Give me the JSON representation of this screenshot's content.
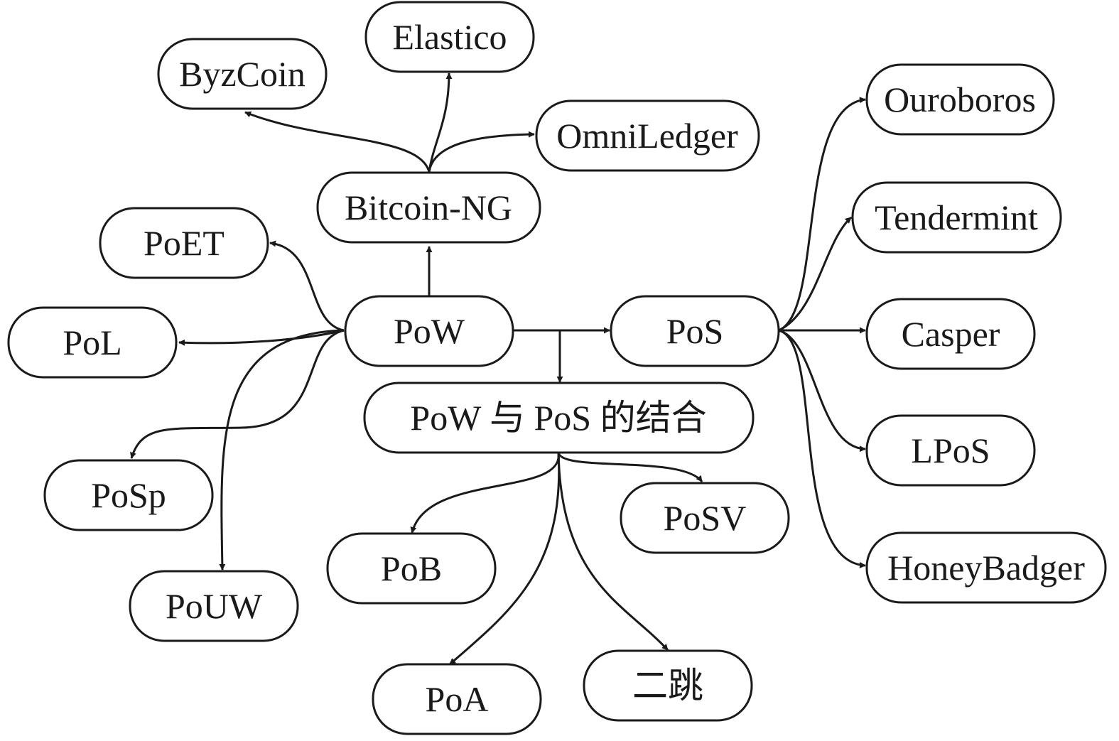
{
  "nodes": [
    {
      "id": "pow",
      "label": "PoW"
    },
    {
      "id": "pos",
      "label": "PoS"
    },
    {
      "id": "hybrid",
      "label": "PoW 与 PoS 的结合"
    },
    {
      "id": "bitcoin-ng",
      "label": "Bitcoin-NG"
    },
    {
      "id": "byzcoin",
      "label": "ByzCoin"
    },
    {
      "id": "elastico",
      "label": "Elastico"
    },
    {
      "id": "omniledger",
      "label": "OmniLedger"
    },
    {
      "id": "poet",
      "label": "PoET"
    },
    {
      "id": "pol",
      "label": "PoL"
    },
    {
      "id": "posp",
      "label": "PoSp"
    },
    {
      "id": "pouw",
      "label": "PoUW"
    },
    {
      "id": "ouroboros",
      "label": "Ouroboros"
    },
    {
      "id": "tendermint",
      "label": "Tendermint"
    },
    {
      "id": "casper",
      "label": "Casper"
    },
    {
      "id": "lpos",
      "label": "LPoS"
    },
    {
      "id": "honeybadger",
      "label": "HoneyBadger"
    },
    {
      "id": "posv",
      "label": "PoSV"
    },
    {
      "id": "pob",
      "label": "PoB"
    },
    {
      "id": "poa",
      "label": "PoA"
    },
    {
      "id": "erti",
      "label": "二跳"
    }
  ],
  "edges": [
    {
      "from": "pow",
      "to": "bitcoin-ng"
    },
    {
      "from": "bitcoin-ng",
      "to": "byzcoin"
    },
    {
      "from": "bitcoin-ng",
      "to": "elastico"
    },
    {
      "from": "bitcoin-ng",
      "to": "omniledger"
    },
    {
      "from": "pow",
      "to": "poet"
    },
    {
      "from": "pow",
      "to": "pol"
    },
    {
      "from": "pow",
      "to": "posp"
    },
    {
      "from": "pow",
      "to": "pouw"
    },
    {
      "from": "pow",
      "to": "pos"
    },
    {
      "from": "pow",
      "to": "hybrid"
    },
    {
      "from": "pos",
      "to": "ouroboros"
    },
    {
      "from": "pos",
      "to": "tendermint"
    },
    {
      "from": "pos",
      "to": "casper"
    },
    {
      "from": "pos",
      "to": "lpos"
    },
    {
      "from": "pos",
      "to": "honeybadger"
    },
    {
      "from": "hybrid",
      "to": "posv"
    },
    {
      "from": "hybrid",
      "to": "pob"
    },
    {
      "from": "hybrid",
      "to": "poa"
    },
    {
      "from": "hybrid",
      "to": "erti"
    }
  ]
}
